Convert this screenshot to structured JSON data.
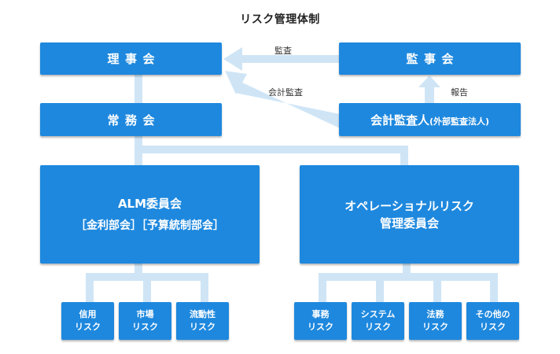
{
  "title": "リスク管理体制",
  "boxes": {
    "board": "理事会",
    "audit_committee": "監事会",
    "standing_board": "常務会",
    "auditor": "会計監査人",
    "auditor_sub": "(外部監査法人)",
    "alm": "ALM委員会",
    "alm_sub": "［金利部会］［予算統制部会］",
    "oprisk_line1": "オペレーショナルリスク",
    "oprisk_line2": "管理委員会"
  },
  "risks_left": [
    {
      "line1": "信用",
      "line2": "リスク"
    },
    {
      "line1": "市場",
      "line2": "リスク"
    },
    {
      "line1": "流動性",
      "line2": "リスク"
    }
  ],
  "risks_right": [
    {
      "line1": "事務",
      "line2": "リスク"
    },
    {
      "line1": "システム",
      "line2": "リスク"
    },
    {
      "line1": "法務",
      "line2": "リスク"
    },
    {
      "line1": "その他の",
      "line2": "リスク"
    }
  ],
  "arrow_labels": {
    "audit": "監査",
    "accounting_audit": "会計監査",
    "report": "報告"
  },
  "colors": {
    "box": "#1e88de",
    "connector": "#cfe5f6"
  }
}
